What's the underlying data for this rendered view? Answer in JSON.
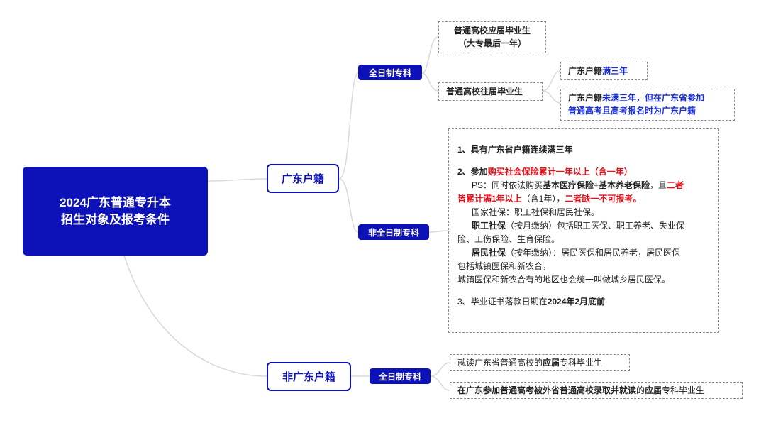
{
  "root": {
    "line1": "2024广东普通专升本",
    "line2": "招生对象及报考条件"
  },
  "branches": {
    "gd": {
      "label": "广东户籍"
    },
    "non_gd": {
      "label": "非广东户籍"
    }
  },
  "sub": {
    "fulltime": "全日制专科",
    "nonfulltime": "非全日制专科",
    "non_gd_fulltime": "全日制专科"
  },
  "leaves": {
    "fresh_grad_1": "普通高校应届毕业生",
    "fresh_grad_2": "（大专最后一年）",
    "past_grad": "普通高校往届毕业生",
    "hukou3_a": "广东户籍",
    "hukou3_b": "满三年",
    "hukou_not3_a": "广东户籍",
    "hukou_not3_b": "未满三年，但在广东省参加",
    "hukou_not3_c": "普通高考且高考报名时为广东户籍",
    "ngd_1_a": "就读广东省普通高校的",
    "ngd_1_b": "应届",
    "ngd_1_c": "专科毕业生",
    "ngd_2_a": "在广东参加普通高考被外省普通高校录取并就读",
    "ngd_2_b": "的",
    "ngd_2_c": "应届",
    "ngd_2_d": "专科毕业生"
  },
  "detail": {
    "c1": "1、具有广东省户籍连续满三年",
    "c2_a": "2、参加",
    "c2_b": "购买社会保险累计一年以上（含一年）",
    "ps_a": "PS：同时依法购买",
    "ps_b": "基本医疗保险+基本养老保险",
    "ps_c": "，且",
    "ps_d": "二者",
    "ps_e": "皆累计满1年以上",
    "ps_f": "（含1年），",
    "ps_g": "二者缺一不可报考。",
    "guo": "国家社保：职工社保和居民社保。",
    "zg_a": "职工社保",
    "zg_b": "（按月缴纳）包括职工医保、职工养老、失业保",
    "zg_c": "险、工伤保险、生育保险。",
    "jm_a": "居民社保",
    "jm_b": "（按年缴纳）：居民医保和居民养老，居民医保",
    "jm_c": "包括城镇医保和新农合，",
    "jm_d": "城镇医保和新农合有的地区也会统一叫做城乡居民医保。",
    "c3_a": "3、毕业证书落款日期在",
    "c3_b": "2024年2月底前"
  }
}
